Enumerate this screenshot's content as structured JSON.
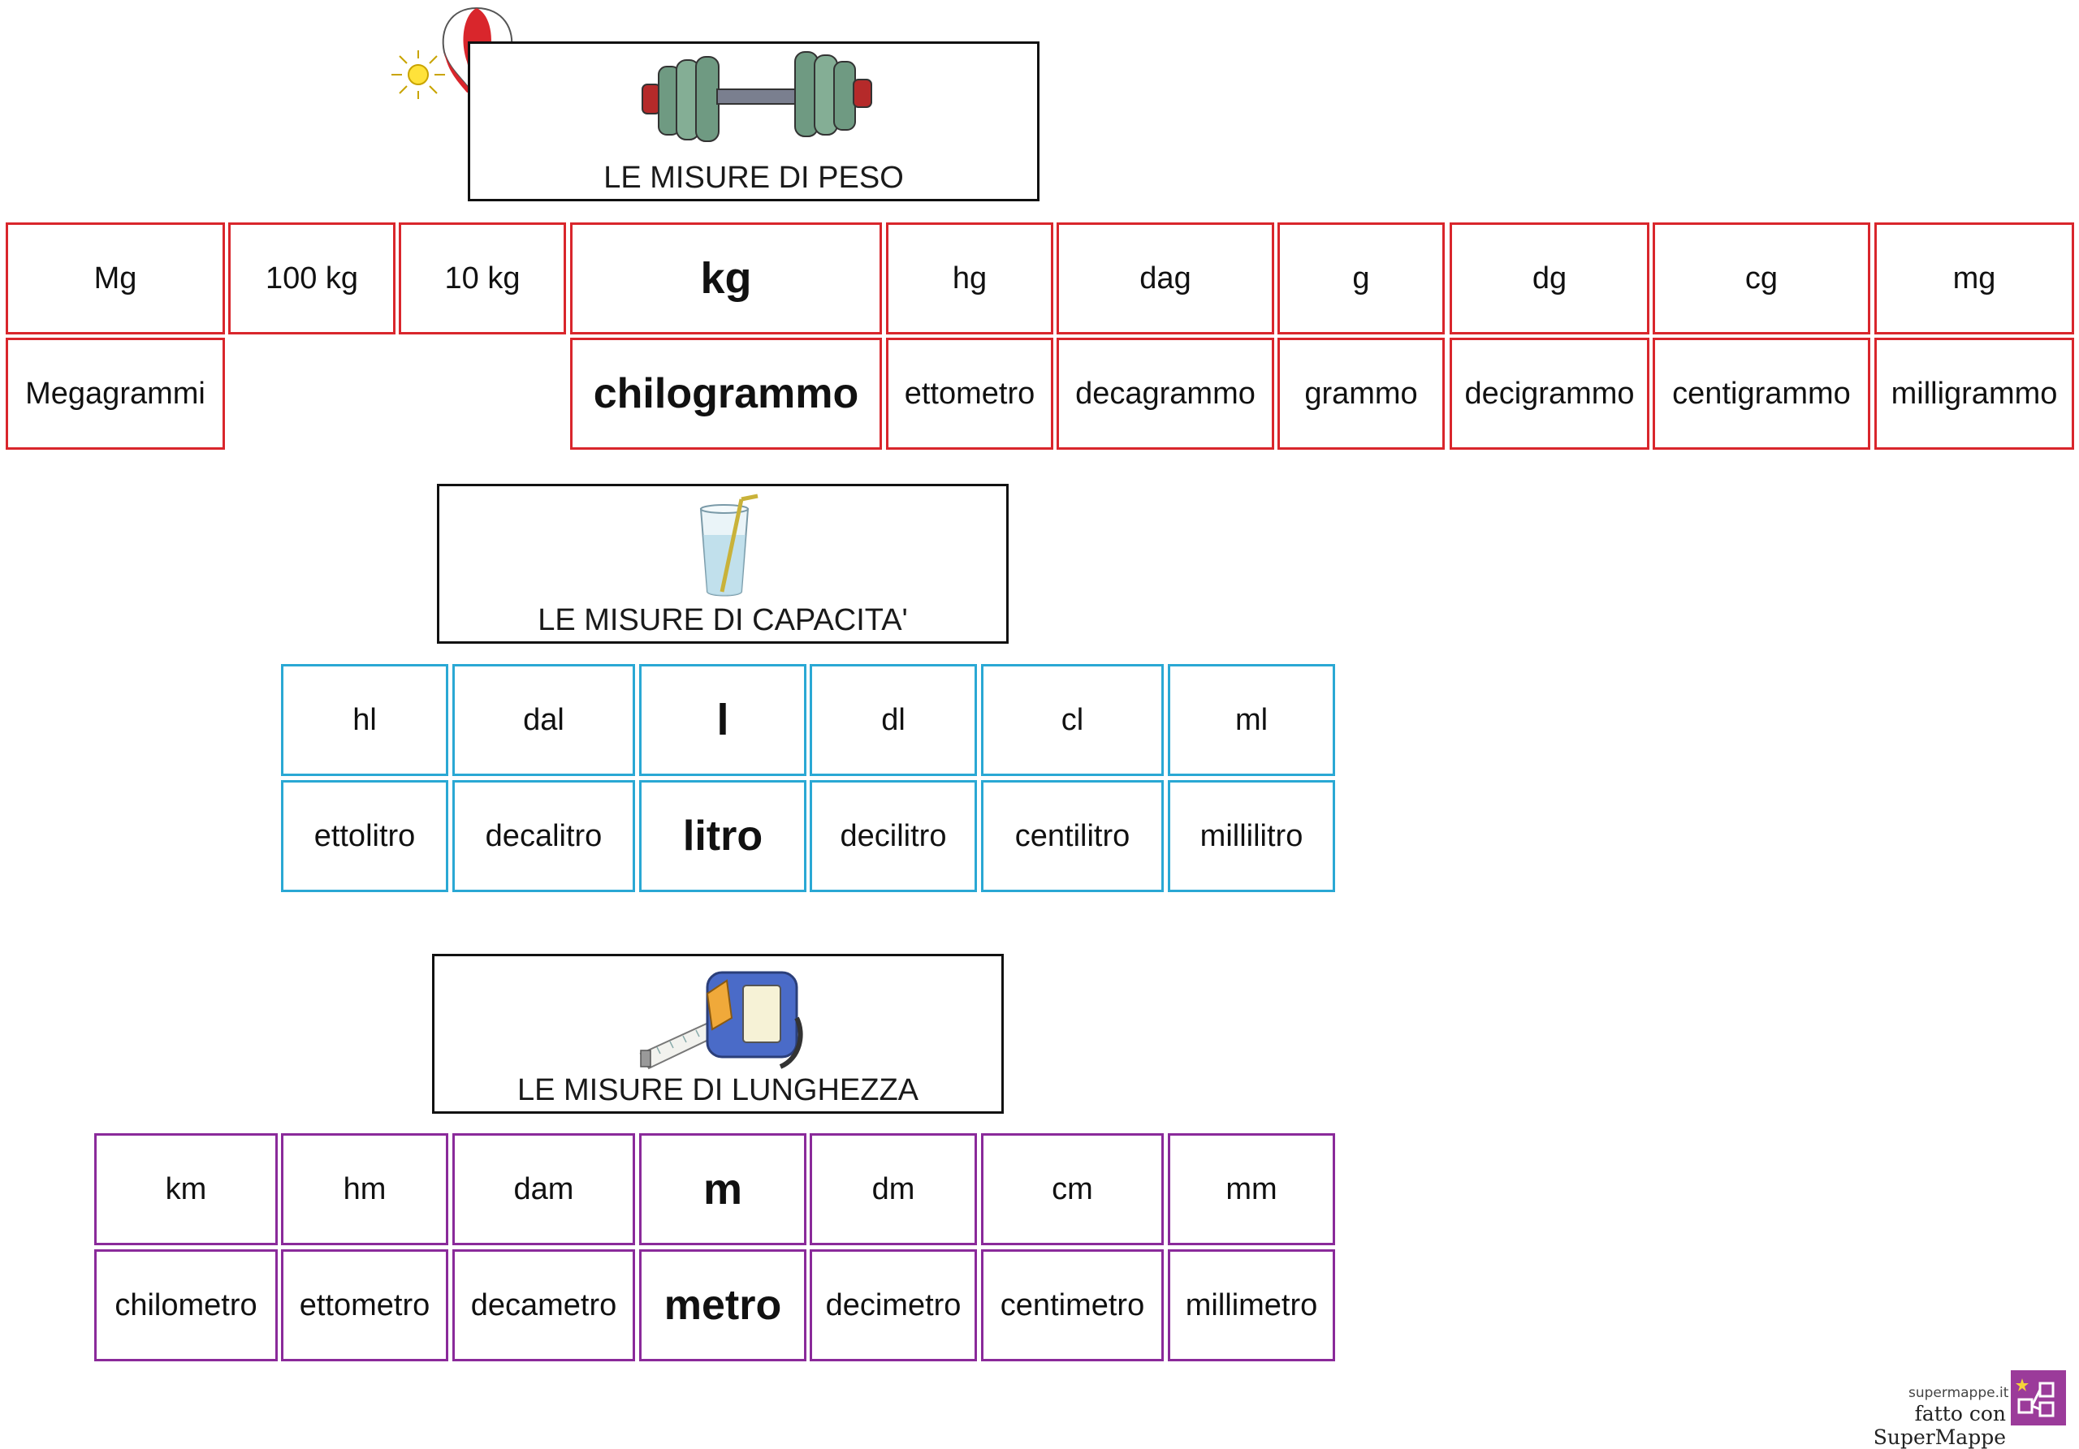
{
  "peso": {
    "title": "LE MISURE DI PESO",
    "symbols": [
      "Mg",
      "100 kg",
      "10 kg",
      "kg",
      "hg",
      "dag",
      "g",
      "dg",
      "cg",
      "mg"
    ],
    "names": [
      "Megagrammi",
      "chilogrammo",
      "ettometro",
      "decagrammo",
      "grammo",
      "decigrammo",
      "centigrammo",
      "milligrammo"
    ]
  },
  "capacita": {
    "title": "LE MISURE DI CAPACITA'",
    "symbols": [
      "hl",
      "dal",
      "l",
      "dl",
      "cl",
      "ml"
    ],
    "names": [
      "ettolitro",
      "decalitro",
      "litro",
      "decilitro",
      "centilitro",
      "millilitro"
    ]
  },
  "lunghezza": {
    "title": "LE MISURE DI LUNGHEZZA",
    "symbols": [
      "km",
      "hm",
      "dam",
      "m",
      "dm",
      "cm",
      "mm"
    ],
    "names": [
      "chilometro",
      "ettometro",
      "decametro",
      "metro",
      "decimetro",
      "centimetro",
      "millimetro"
    ]
  },
  "colors": {
    "peso": "#d9262c",
    "capacita": "#2aa8d4",
    "lunghezza": "#8a2a9a"
  },
  "icons": {
    "peso": "dumbbell-icon",
    "capacita": "glass-with-straw-icon",
    "lunghezza": "tape-measure-icon",
    "decoration": "hot-air-balloon-icon",
    "brand": "supermappe-logo-icon"
  },
  "footer": {
    "site": "supermappe.it",
    "made_with": "fatto con SuperMappe"
  }
}
